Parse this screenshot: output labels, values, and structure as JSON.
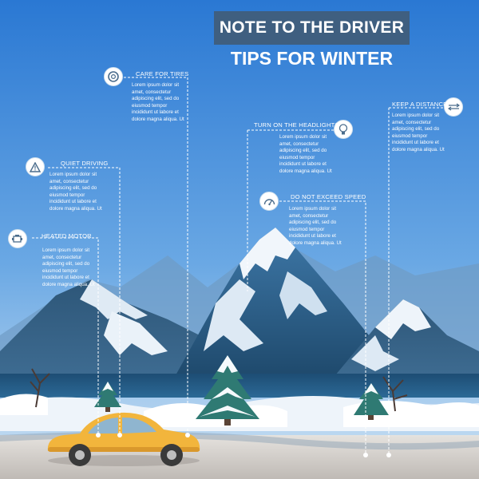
{
  "header": {
    "title": "NOTE TO THE DRIVER",
    "subtitle": "TIPS FOR WINTER"
  },
  "tips": {
    "care_for_tires": {
      "heading": "CARE FOR TIRES",
      "icon": "tire-icon",
      "lines": [
        "Lorem ipsum dolor sit",
        "amet, consectetur",
        "adipiscing elit, sed do",
        "eiusmod tempor",
        "incididunt ut labore et",
        "dolore magna aliqua. Ut"
      ]
    },
    "quiet_driving": {
      "heading": "QUIET DRIVING",
      "icon": "warning-triangle-icon",
      "lines": [
        "Lorem ipsum dolor sit",
        "amet, consectetur",
        "adipiscing elit, sed do",
        "eiusmod tempor",
        "incididunt ut labore et",
        "dolore magna aliqua. Ut"
      ]
    },
    "heated_motor": {
      "heading": "HEATED MOTOR",
      "icon": "engine-icon",
      "lines": [
        "Lorem ipsum dolor sit",
        "amet, consectetur",
        "adipiscing elit, sed do",
        "eiusmod tempor",
        "incididunt ut labore et",
        "dolore magna aliqua. Ut"
      ]
    },
    "headlights": {
      "heading": "TURN ON THE HEADLIGHTS",
      "icon": "light-bulb-icon",
      "lines": [
        "Lorem ipsum dolor sit",
        "amet, consectetur",
        "adipiscing elit, sed do",
        "eiusmod tempor",
        "incididunt ut labore et",
        "dolore magna aliqua. Ut"
      ]
    },
    "keep_distance": {
      "heading": "KEEP A DISTANCE",
      "icon": "distance-arrows-icon",
      "lines": [
        "Lorem ipsum dolor sit",
        "amet, consectetur",
        "adipiscing elit, sed do",
        "eiusmod tempor",
        "incididunt ut labore et",
        "dolore magna aliqua. Ut"
      ]
    },
    "speed": {
      "heading": "DO NOT EXCEED SPEED",
      "icon": "speedometer-icon",
      "lines": [
        "Lorem ipsum dolor sit",
        "amet, consectetur",
        "adipiscing elit, sed do",
        "eiusmod tempor",
        "incididunt ut labore et",
        "dolore magna aliqua. Ut"
      ]
    }
  },
  "colors": {
    "sky_top": "#2f7fd6",
    "sky_bottom": "#bfdaf1",
    "title_box": "#3f5f80",
    "mountain_dark": "#2f5677",
    "snow": "#e8f1f8",
    "car": "#f2b53c",
    "road": "#d9d6d2"
  }
}
